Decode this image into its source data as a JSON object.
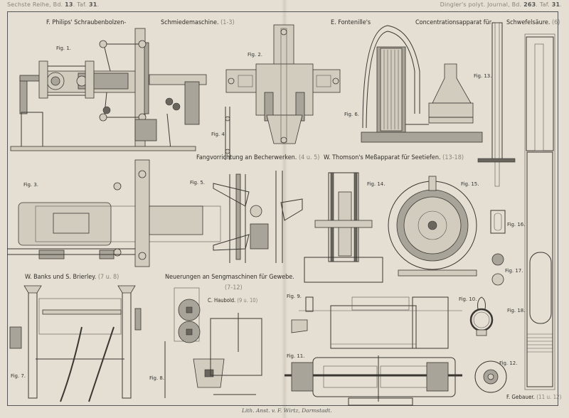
{
  "header": {
    "left_series": "Sechste Reihe, Bd.",
    "left_volume": "13",
    "left_plate_prefix": "Taf.",
    "left_plate": "31",
    "right_journal": "Dingler's polyt. Journal, Bd.",
    "right_volume": "263",
    "right_plate_prefix": "Taf.",
    "right_plate": "31"
  },
  "sections": [
    {
      "title_a": "F. Philips' Schraubenbolzen-",
      "title_b": "Schmiedemaschine.",
      "ref": "(1-3)"
    },
    {
      "title_a": "E. Fontenille's",
      "title_b": "Concentrationsapparat für",
      "title_c": "Schwefelsäure.",
      "ref": "(6)"
    },
    {
      "title": "Fangvorrichtung an Becherwerken.",
      "ref": "(4 u. 5)"
    },
    {
      "title": "W. Thomson's Meßapparat für Seetiefen.",
      "ref": "(13-18)"
    },
    {
      "title": "W. Banks und S. Brierley.",
      "ref": "(7 u. 8)"
    },
    {
      "title": "Neuerungen an Sengmaschinen für Gewebe.",
      "ref": "(7-12)"
    },
    {
      "title": "C. Haubold.",
      "ref": "(9 u. 10)"
    },
    {
      "title": "F. Gebauer.",
      "ref": "(11 u. 12)"
    }
  ],
  "figures": [
    "Fig. 1.",
    "Fig. 2.",
    "Fig. 3.",
    "Fig. 4.",
    "Fig. 5.",
    "Fig. 6.",
    "Fig. 7.",
    "Fig. 8.",
    "Fig. 9.",
    "Fig. 10.",
    "Fig. 11.",
    "Fig. 12.",
    "Fig. 13.",
    "Fig. 14.",
    "Fig. 15.",
    "Fig. 16.",
    "Fig. 17.",
    "Fig. 18."
  ],
  "credit": "Lith. Anst. v. F. Wirtz, Darmstadt.",
  "colors": {
    "paper": "#e4dfd2",
    "ink": "#3a3733",
    "hatch": "#a9a49a",
    "faded_text": "#8a8478"
  }
}
